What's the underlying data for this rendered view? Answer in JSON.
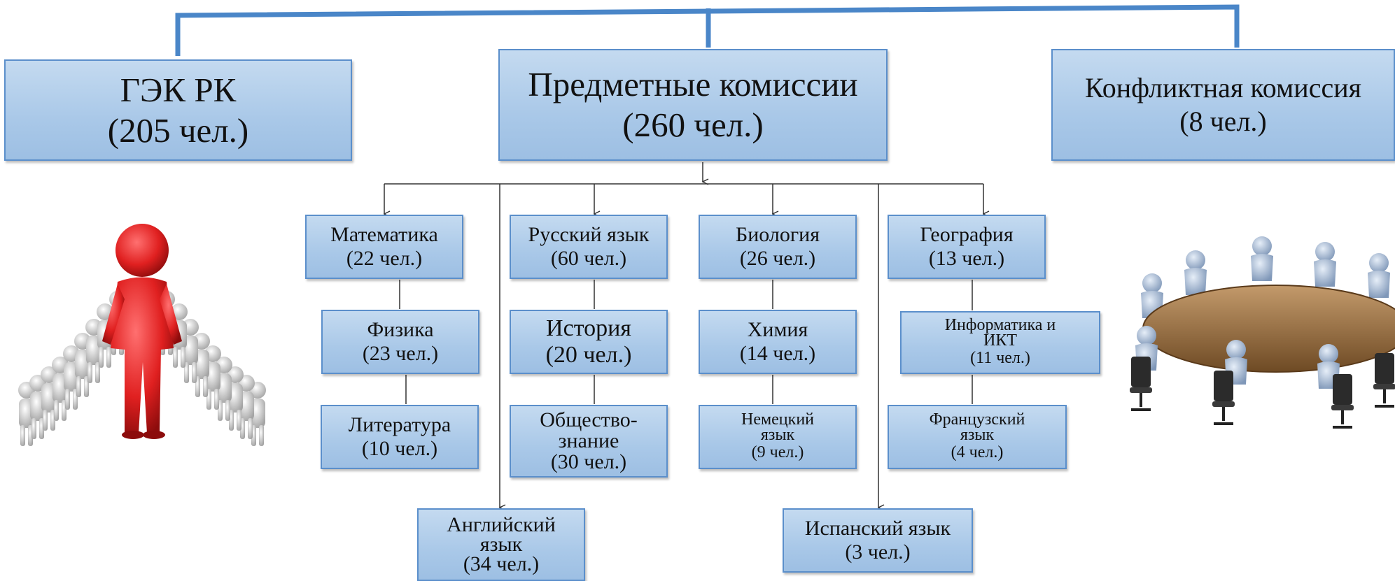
{
  "top_units": [
    {
      "name": "ГЭК РК",
      "count": "(205 чел.)"
    },
    {
      "name": "Предметные комиссии",
      "count": "(260 чел.)"
    },
    {
      "name": "Конфликтная комиссия",
      "count": "(8 чел.)"
    }
  ],
  "subjects": {
    "mathematics": {
      "name": "Математика",
      "count": "(22 чел.)"
    },
    "physics": {
      "name": "Физика",
      "count": "(23 чел.)"
    },
    "literature": {
      "name": "Литература",
      "count": "(10 чел.)"
    },
    "russian": {
      "name": "Русский язык",
      "count": "(60 чел.)"
    },
    "history": {
      "name": "История",
      "count": "(20 чел.)"
    },
    "social_line1": "Общество-",
    "social_line2": "знание",
    "social_count": "(30 чел.)",
    "biology": {
      "name": "Биология",
      "count": "(26 чел.)"
    },
    "chemistry": {
      "name": "Химия",
      "count": "(14 чел.)"
    },
    "german_line1": "Немецкий",
    "german_line2": "язык",
    "german_count": "(9 чел.)",
    "geography": {
      "name": "География",
      "count": "(13 чел.)"
    },
    "informatics_line1": "Информатика и",
    "informatics_line2": "ИКТ",
    "informatics_count": "(11 чел.)",
    "french_line1": "Французский",
    "french_line2": "язык",
    "french_count": "(4 чел.)",
    "english_line1": "Английский",
    "english_line2": "язык",
    "english_count": "(34 чел.)",
    "spanish": {
      "name": "Испанский язык",
      "count": "(3 чел.)"
    }
  },
  "colors": {
    "trunk_line": "#4a86c8",
    "connector": "#333333",
    "box_border": "#5b8fcb",
    "box_fill": "#a9c8e8",
    "figure_red": "#e02020"
  },
  "illustrations": {
    "left": "red-leader-figure-with-crowd",
    "right": "round-table-meeting"
  }
}
